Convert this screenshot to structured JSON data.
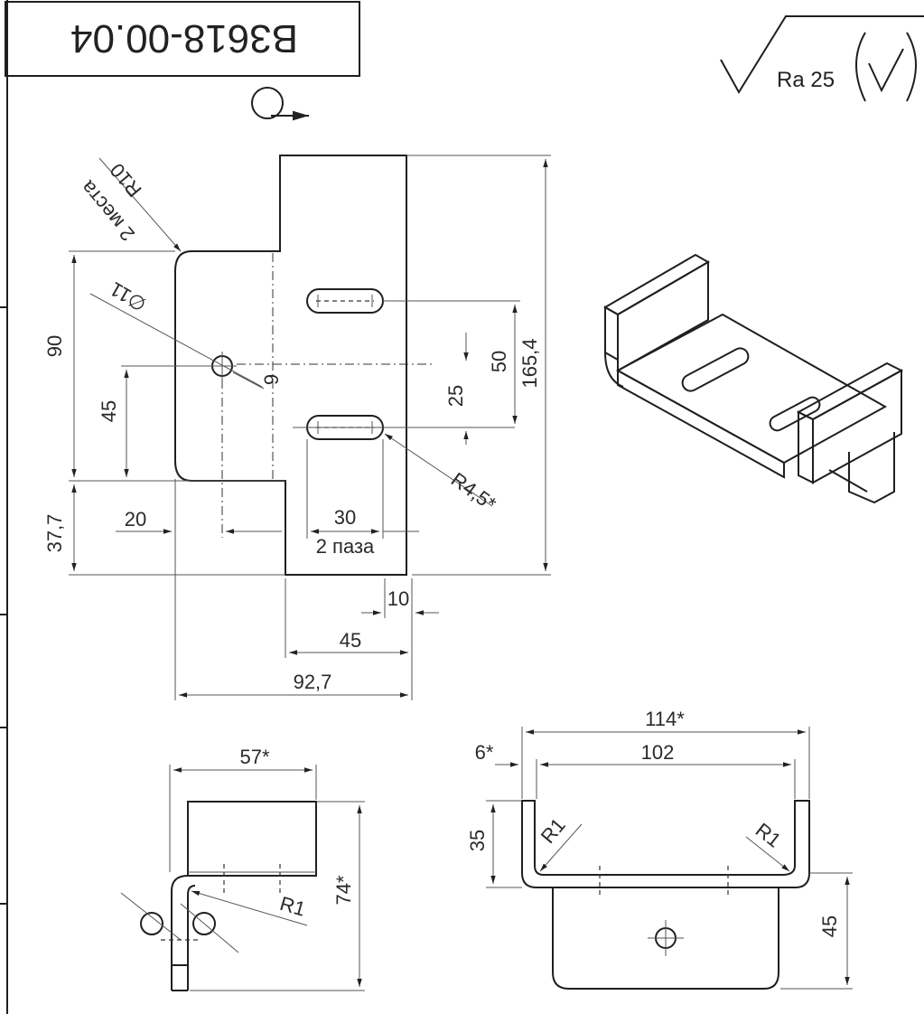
{
  "title_block": {
    "designation": "В3618-00.04"
  },
  "roughness": {
    "value": "Ra 25"
  },
  "flat_view": {
    "radius_note_r10": "R10",
    "radius_note_places": "2 места",
    "hole_diameter": "∅11",
    "dim_90": "90",
    "dim_45_left": "45",
    "dim_37_7": "37,7",
    "dim_20": "20",
    "dim_9": "9",
    "dim_25": "25",
    "dim_50": "50",
    "dim_165_4": "165,4",
    "dim_30": "30",
    "slot_note": "2 паза",
    "dim_r4_5": "R4,5*",
    "dim_10": "10",
    "dim_45_bottom": "45",
    "dim_92_7": "92,7"
  },
  "side_view": {
    "dim_57": "57*",
    "dim_74": "74*",
    "dim_r1": "R1"
  },
  "front_view": {
    "dim_114": "114*",
    "dim_6": "6*",
    "dim_102": "102",
    "dim_35": "35",
    "dim_r1_left": "R1",
    "dim_r1_right": "R1",
    "dim_45": "45"
  }
}
